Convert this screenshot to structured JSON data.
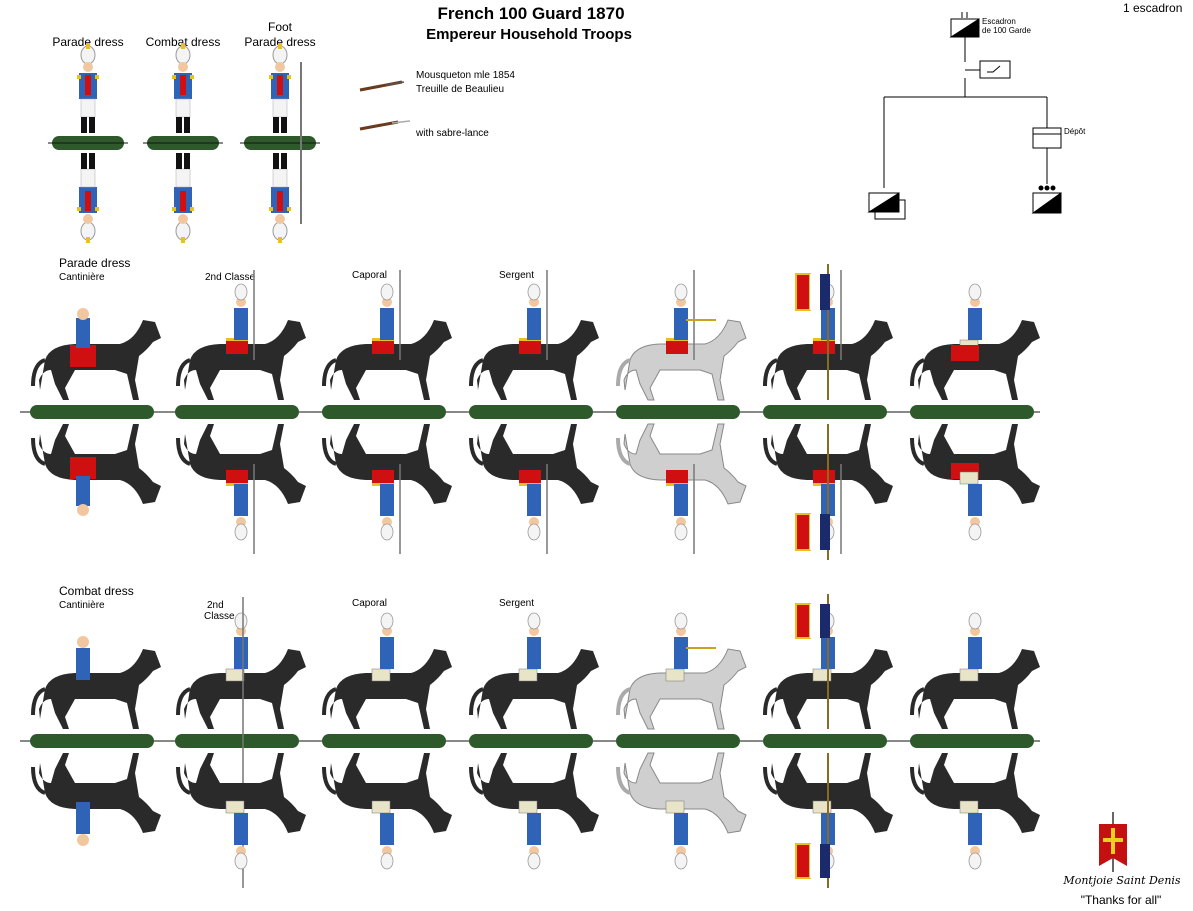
{
  "header": {
    "title": "French 100 Guard 1870",
    "subtitle": "Empereur Household Troops",
    "unit_count": "1 escadron"
  },
  "foot_figures": {
    "parade_label": "Parade dress",
    "combat_label": "Combat dress",
    "foot_label_line1": "Foot",
    "foot_label_line2": "Parade dress"
  },
  "weapons": {
    "musket_line1": "Mousqueton mle 1854",
    "musket_line2": "Treuille de Beaulieu",
    "lance_label": "with sabre-lance"
  },
  "org_chart": {
    "squadron_line1": "Escadron",
    "squadron_line2": "de 100 Garde",
    "depot_label": "Dépôt"
  },
  "parade_row": {
    "section_label": "Parade dress",
    "cantiniere": "Cantinière",
    "second_classe": "2nd Classe",
    "caporal": "Caporal",
    "sergent": "Sergent"
  },
  "combat_row": {
    "section_label": "Combat dress",
    "cantiniere": "Cantinière",
    "second_line1": "2nd",
    "second_line2": "Classe",
    "caporal": "Caporal",
    "sergent": "Sergent"
  },
  "credits": {
    "signature": "Montjoie Saint Denis",
    "thanks": "\"Thanks for all\""
  },
  "colors": {
    "base_green": "#2e5a2b",
    "horse_black": "#2a2a2a",
    "horse_grey": "#cfcfcf",
    "coat_blue": "#2f63b8",
    "saddle_red": "#d01010",
    "gold": "#e8c020"
  }
}
